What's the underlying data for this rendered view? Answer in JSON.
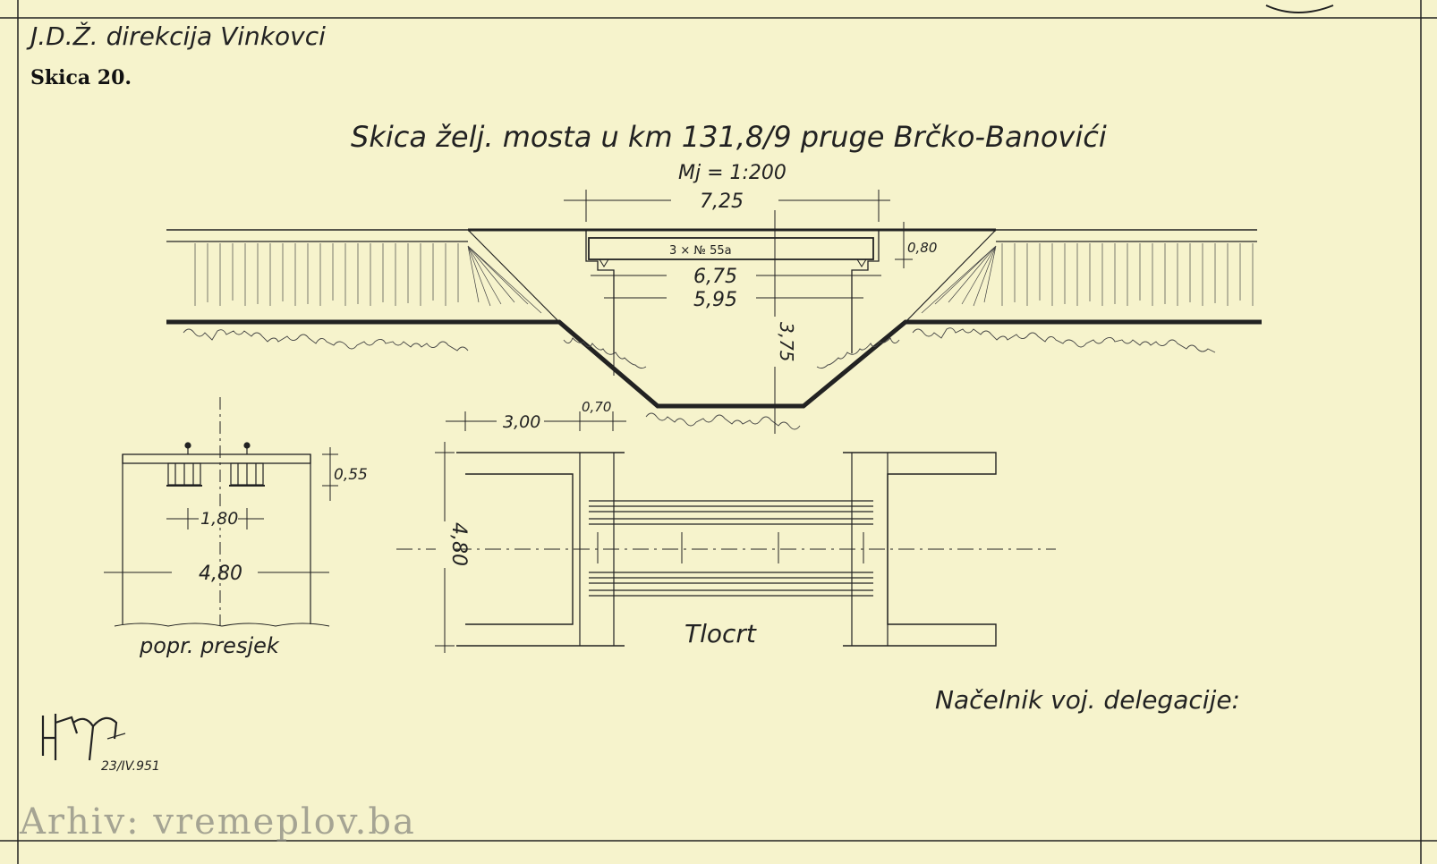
{
  "header": {
    "office": "J.D.Ž. direkcija Vinkovci",
    "sketch_number": "Skica 20."
  },
  "title": {
    "main": "Skica želj. mosta u km 131,8/9 pruge Brčko-Banovići",
    "scale": "Mj = 1:200"
  },
  "elevation": {
    "dim_span": "7,25",
    "girder_label": "3 × № 55a",
    "dim_depth": "0,80",
    "dim_bearing": "6,75",
    "dim_clear": "5,95",
    "dim_height": "3,75"
  },
  "cross_section": {
    "dim_depth": "0,55",
    "dim_track": "1,80",
    "dim_width": "4,80",
    "caption": "popr. presjek"
  },
  "plan": {
    "dim_abutment": "3,00",
    "dim_wall": "0,70",
    "dim_width": "4,80",
    "caption": "Tlocrt"
  },
  "signature": {
    "role": "Načelnik voj. delegacije:",
    "initials": "HM",
    "date": "23/IV.951"
  },
  "watermark": "Arhiv: vremeplov.ba",
  "colors": {
    "paper": "#f6f3cc",
    "ink": "#222222"
  }
}
